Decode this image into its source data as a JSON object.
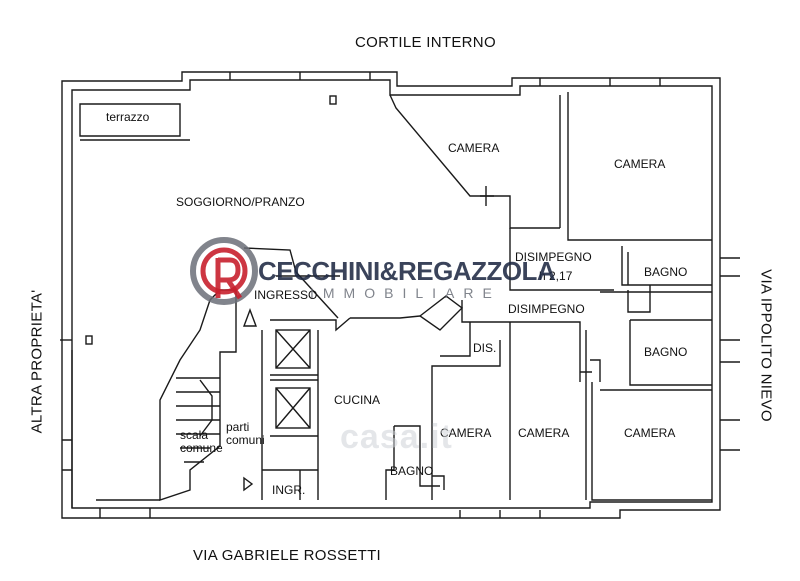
{
  "streets": {
    "top": "CORTILE INTERNO",
    "bottom": "VIA GABRIELE ROSSETTI",
    "left": "ALTRA PROPRIETA'",
    "right": "VIA IPPOLITO NIEVO"
  },
  "rooms": {
    "terrazzo": "terrazzo",
    "soggiorno": "SOGGIORNO/PRANZO",
    "camera_nw": "CAMERA",
    "camera_ne": "CAMERA",
    "disimpegno_top": "DISIMPEGNO",
    "h_value": "h 2,17",
    "disimpegno_mid": "DISIMPEGNO",
    "bagno_1": "BAGNO",
    "bagno_2": "BAGNO",
    "ingresso": "INGRESSO",
    "dis": "DIS.",
    "cucina": "CUCINA",
    "camera_s1": "CAMERA",
    "camera_s2": "CAMERA",
    "camera_s3": "CAMERA",
    "bagno_small": "BAGNO",
    "parti": "parti",
    "comuni": "comuni",
    "scala": "scala",
    "comune": "comune",
    "ingr": "INGR."
  },
  "brand": {
    "name": "CECCHINI&REGAZZOLA",
    "sub": "IMMOBILIARE",
    "colors": {
      "accent": "#c8202e",
      "dark": "#1f2a44",
      "gray": "#6b6f78"
    }
  },
  "watermark": "casa.it",
  "colors": {
    "line": "#1a1a1a",
    "background": "#ffffff"
  }
}
